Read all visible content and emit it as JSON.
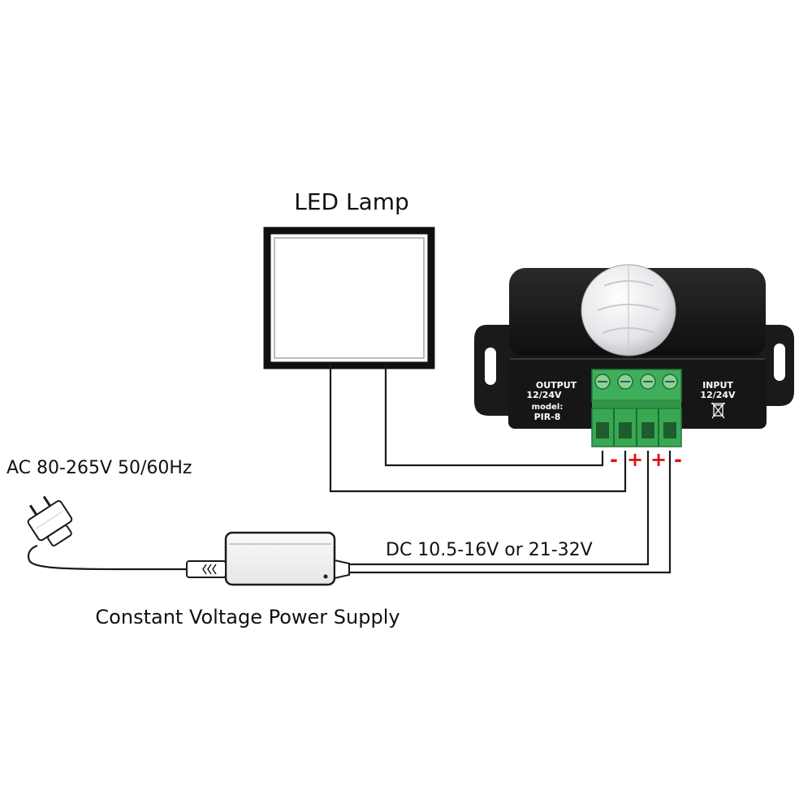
{
  "labels": {
    "led_lamp": "LED Lamp",
    "ac_input": "AC 80-265V 50/60Hz",
    "dc_output": "DC 10.5-16V or 21-32V",
    "power_supply": "Constant Voltage Power Supply"
  },
  "sensor": {
    "output_title": "OUTPUT",
    "output_voltage": "12/24V",
    "model_label": "model:",
    "model_name": "PIR-8",
    "input_title": "INPUT",
    "input_voltage": "12/24V"
  },
  "terminals": {
    "polarity": [
      "-",
      "+",
      "+",
      "-"
    ]
  },
  "colors": {
    "terminal_green": "#35a852",
    "polarity_red": "#e01010",
    "sensor_body": "#1b1b1b",
    "wire": "#1a1a1a"
  }
}
